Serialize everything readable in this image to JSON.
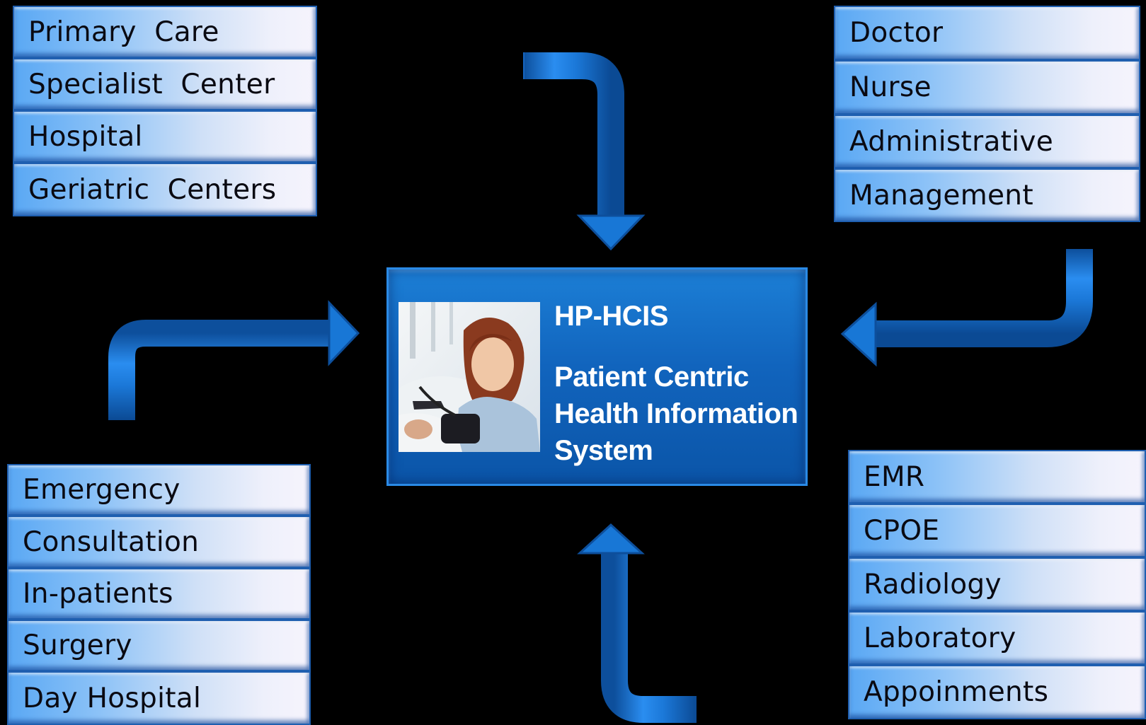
{
  "facilities": [
    "Primary  Care",
    "Specialist  Center",
    "Hospital",
    "Geriatric  Centers"
  ],
  "roles": [
    "Doctor",
    "Nurse",
    "Administrative",
    "Management"
  ],
  "care_settings": [
    "Emergency",
    "Consultation",
    "In-patients",
    "Surgery",
    "Day Hospital"
  ],
  "modules": [
    "EMR",
    "CPOE",
    "Radiology",
    "Laboratory",
    "Appoinments"
  ],
  "center": {
    "title": "HP-HCIS",
    "subtitle_lines": [
      "Patient Centric",
      "Health Information",
      "System"
    ]
  },
  "colors": {
    "background": "#000000",
    "center_box": "#1164bd",
    "arrow": "#1a7ad8",
    "tile_left": "#5aa8f4",
    "tile_right": "#f6f4fd"
  }
}
